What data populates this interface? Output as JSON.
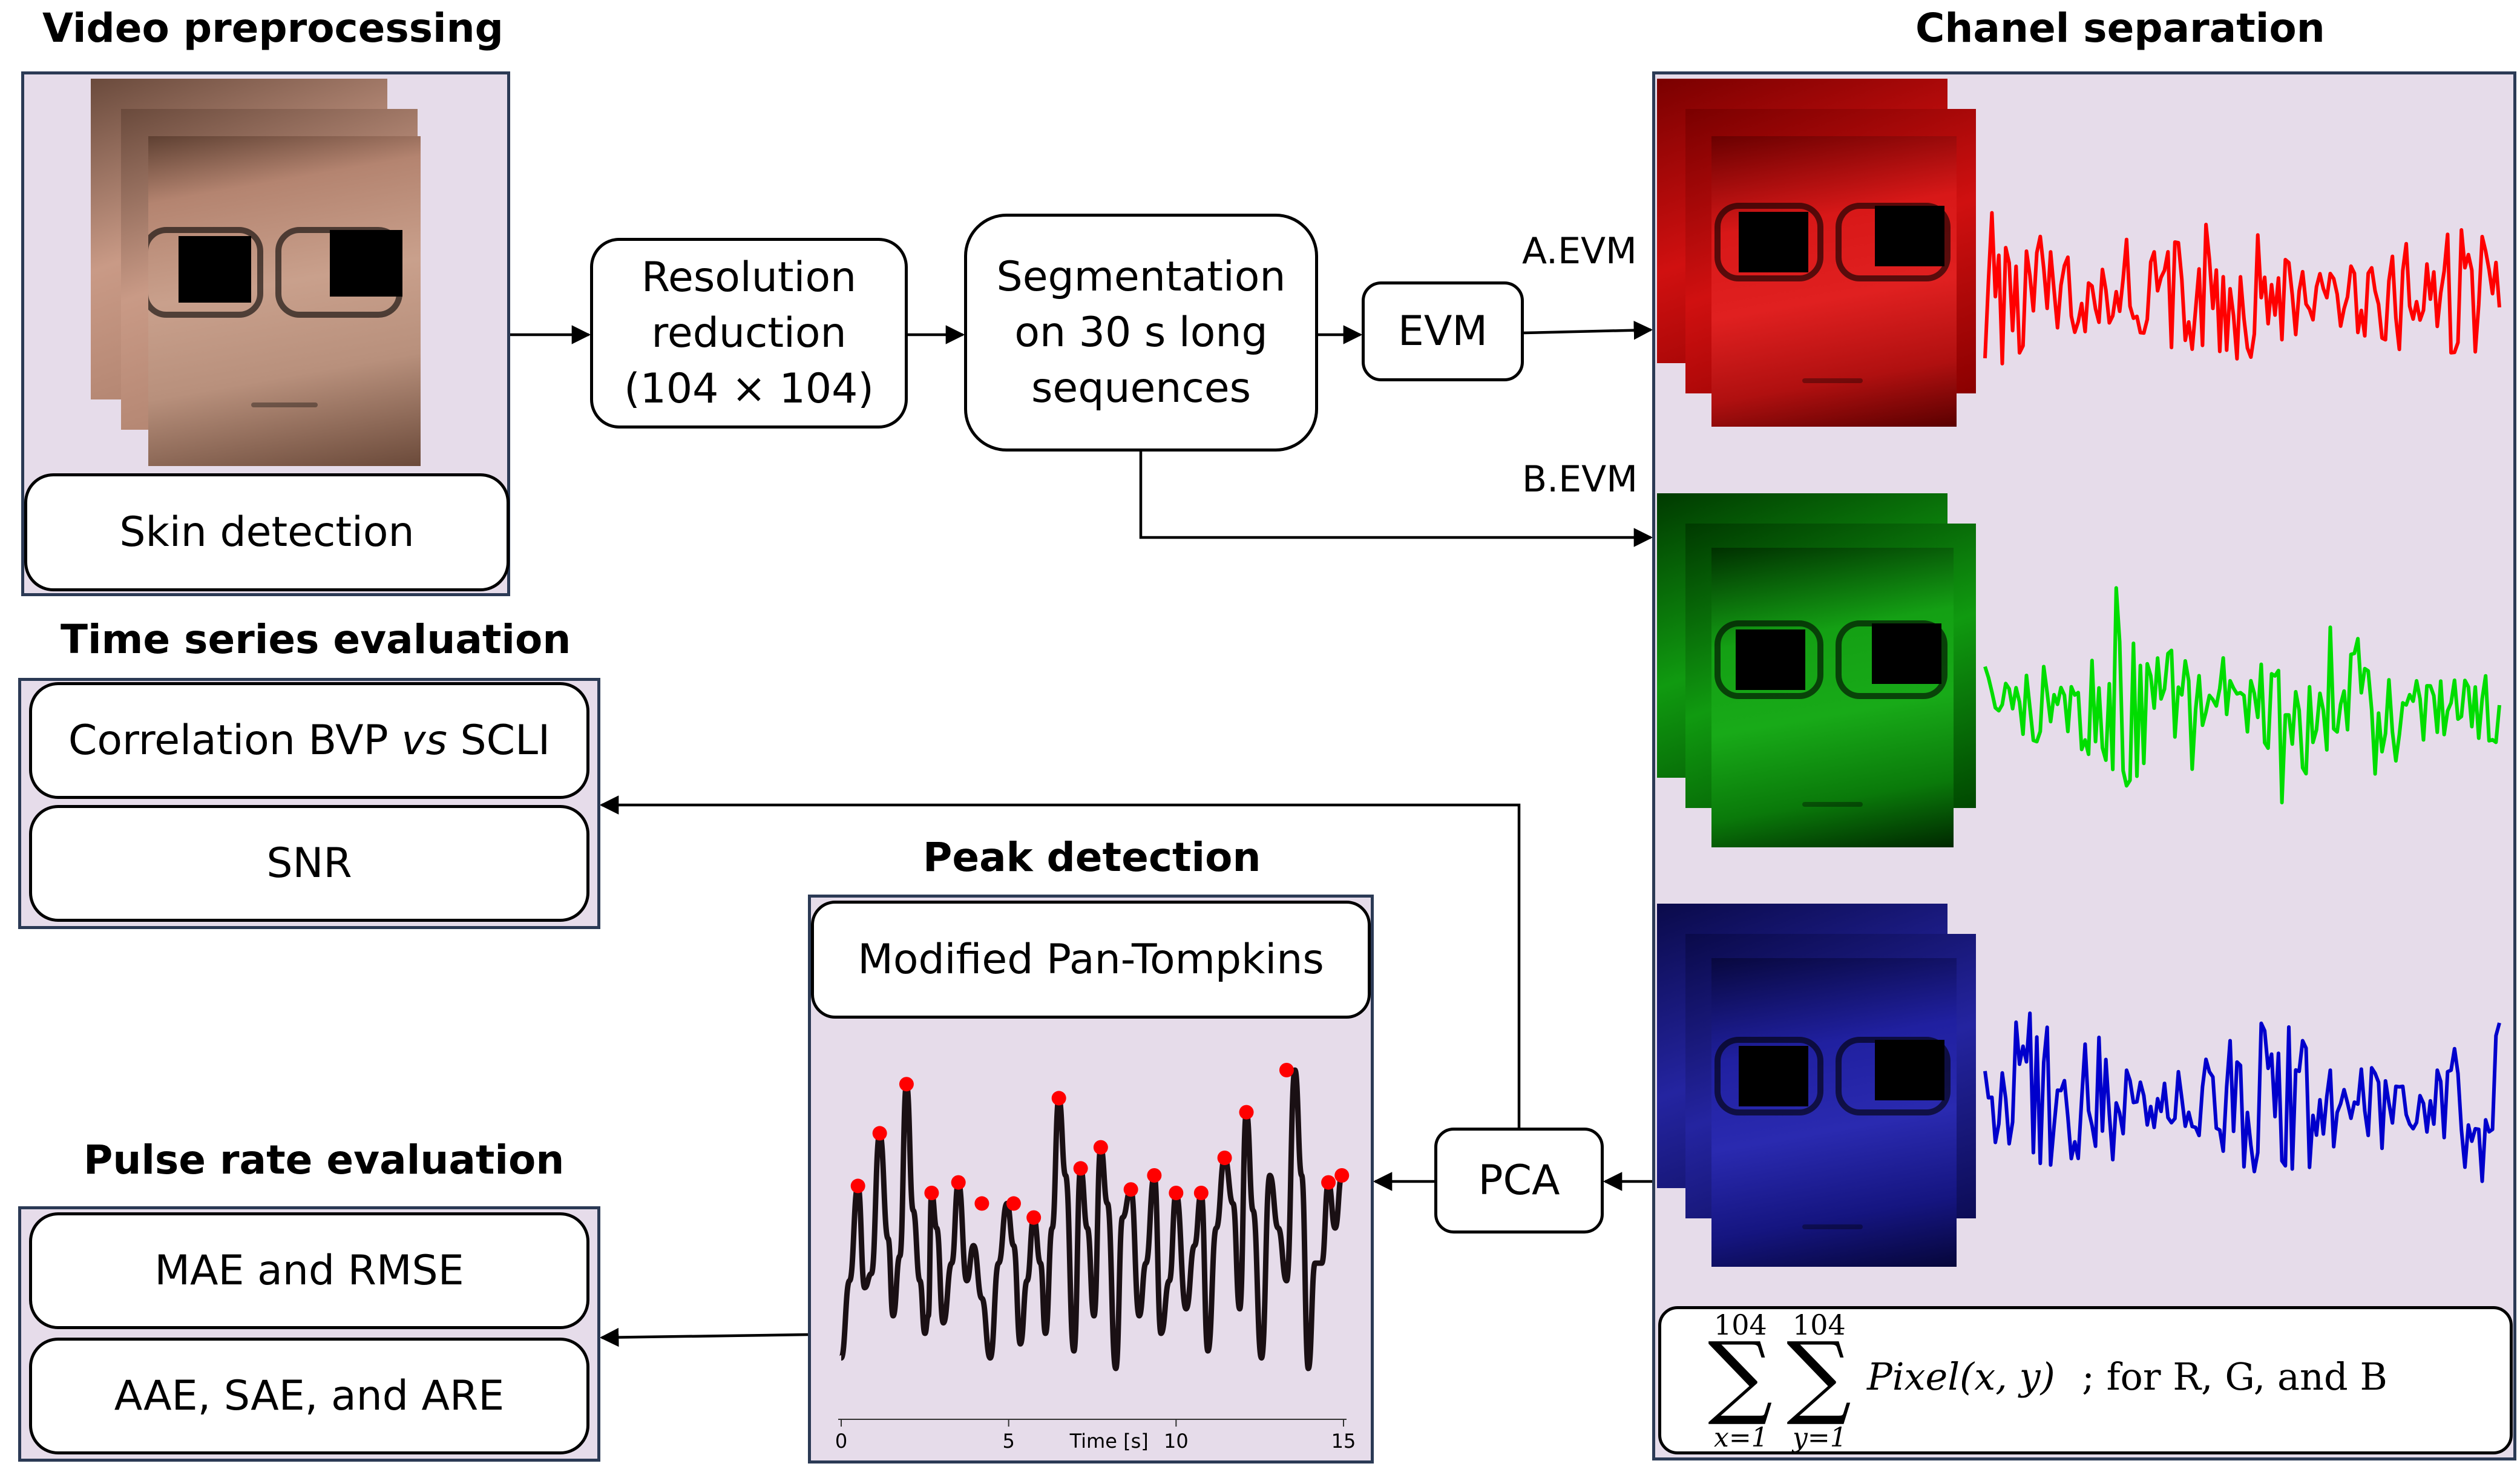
{
  "titles": {
    "video": "Video preprocessing",
    "channel": "Chanel separation",
    "time_series": "Time series evaluation",
    "peak": "Peak detection",
    "pulse": "Pulse rate evaluation"
  },
  "boxes": {
    "skin": "Skin detection",
    "resolution_1": "Resolution",
    "resolution_2": "reduction",
    "resolution_3": "(104 × 104)",
    "segmentation_1": "Segmentation",
    "segmentation_2": "on 30 s long",
    "segmentation_3": "sequences",
    "evm": "EVM",
    "pca": "PCA",
    "correlation_pre": "Correlation BVP ",
    "correlation_vs": "vs",
    "correlation_post": " SCLI",
    "snr": "SNR",
    "pan_tompkins": "Modified Pan-Tompkins",
    "mae": "MAE and RMSE",
    "aae": "AAE, SAE, and ARE"
  },
  "edges": {
    "a_evm": "A.EVM",
    "b_evm": "B.EVM"
  },
  "formula": {
    "upper1": "104",
    "upper2": "104",
    "lower1": "x=1",
    "lower2": "y=1",
    "sigma": "∑",
    "expr": "Pixel(x, y)",
    "tail": "; for R, G, and B"
  },
  "colors": {
    "panel_fill": "#e6dcea",
    "panel_border": "#2b3a55",
    "red_signal": "#ff0000",
    "green_signal": "#00dd00",
    "blue_signal": "#0000cc",
    "peak_signal": "#1a1014",
    "peak_marker": "#ff0000"
  },
  "chart_data": {
    "type": "line",
    "xlabel": "Time [s]",
    "xticks": [
      "0",
      "5",
      "10",
      "15"
    ],
    "xlim": [
      0,
      15
    ],
    "series": [
      {
        "x": [
          0,
          0.25,
          0.5,
          0.7,
          0.9,
          1.15,
          1.4,
          1.55,
          1.75,
          1.95,
          2.15,
          2.35,
          2.5,
          2.6,
          2.7,
          2.85,
          3.05,
          3.3,
          3.5,
          3.75,
          3.95,
          4.2,
          4.45,
          4.7,
          4.95,
          5.15,
          5.35,
          5.55,
          5.75,
          5.95,
          6.1,
          6.3,
          6.5,
          6.7,
          6.95,
          7.15,
          7.35,
          7.55,
          7.75,
          7.95,
          8.2,
          8.4,
          8.65,
          8.9,
          9.1,
          9.35,
          9.55,
          9.8,
          10.0,
          10.3,
          10.55,
          10.75,
          10.95,
          11.2,
          11.45,
          11.7,
          11.9,
          12.1,
          12.3,
          12.55,
          12.8,
          13.05,
          13.3,
          13.55,
          13.75,
          13.95,
          14.15,
          14.35,
          14.55,
          14.75,
          14.95
        ],
        "y": [
          0.08,
          0.3,
          0.57,
          0.28,
          0.32,
          0.72,
          0.42,
          0.2,
          0.37,
          0.86,
          0.5,
          0.3,
          0.15,
          0.2,
          0.55,
          0.45,
          0.18,
          0.35,
          0.58,
          0.3,
          0.4,
          0.25,
          0.08,
          0.35,
          0.52,
          0.4,
          0.12,
          0.3,
          0.48,
          0.35,
          0.15,
          0.45,
          0.82,
          0.6,
          0.1,
          0.62,
          0.45,
          0.2,
          0.68,
          0.52,
          0.05,
          0.48,
          0.56,
          0.2,
          0.35,
          0.6,
          0.15,
          0.3,
          0.55,
          0.22,
          0.4,
          0.55,
          0.1,
          0.45,
          0.65,
          0.52,
          0.22,
          0.78,
          0.5,
          0.08,
          0.6,
          0.45,
          0.3,
          0.9,
          0.6,
          0.05,
          0.35,
          0.35,
          0.58,
          0.45,
          0.6
        ]
      }
    ],
    "peaks_x": [
      0.5,
      1.15,
      1.95,
      2.7,
      3.5,
      4.2,
      5.15,
      5.75,
      6.5,
      7.15,
      7.75,
      8.65,
      9.35,
      10.0,
      10.75,
      11.45,
      12.1,
      13.3,
      14.55,
      14.95
    ],
    "peaks_y": [
      0.57,
      0.72,
      0.86,
      0.55,
      0.58,
      0.52,
      0.52,
      0.48,
      0.82,
      0.62,
      0.68,
      0.56,
      0.6,
      0.55,
      0.55,
      0.65,
      0.78,
      0.9,
      0.58,
      0.6
    ]
  }
}
